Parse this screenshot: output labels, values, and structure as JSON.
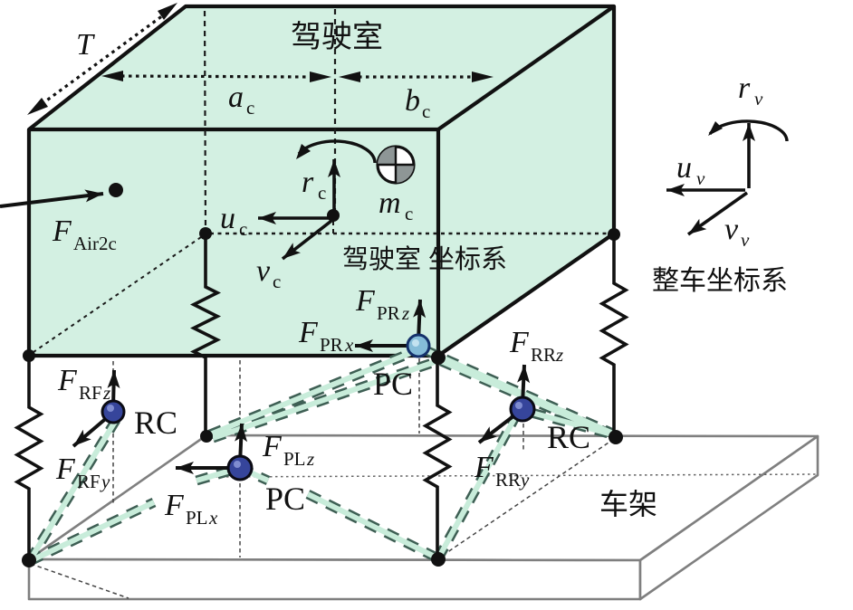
{
  "figure": {
    "type": "vehicle-cab-suspension-3d-schematic",
    "cab_label": "驾驶室",
    "cab_coord_label": "驾驶室 坐标系",
    "vehicle_coord_label": "整车坐标系",
    "frame_label": "车架",
    "dimensions": {
      "track": {
        "m": "T"
      },
      "a": {
        "m": "a",
        "s": "c"
      },
      "b": {
        "m": "b",
        "s": "c"
      }
    },
    "cab_axes": {
      "yaw": {
        "m": "r",
        "s": "c"
      },
      "long": {
        "m": "u",
        "s": "c"
      },
      "lat": {
        "m": "v",
        "s": "c"
      },
      "mass": {
        "m": "m",
        "s": "c"
      }
    },
    "vehicle_axes": {
      "yaw": {
        "m": "r",
        "s": "v"
      },
      "long": {
        "m": "u",
        "s": "v"
      },
      "lat": {
        "m": "v",
        "s": "v"
      }
    },
    "forces": {
      "air": {
        "m": "F",
        "s": "Air2c",
        "s2": ""
      },
      "prz": {
        "m": "F",
        "s": "PR",
        "s2": "z"
      },
      "prx": {
        "m": "F",
        "s": "PR",
        "s2": "x"
      },
      "rfz": {
        "m": "F",
        "s": "RF",
        "s2": "z"
      },
      "rfy": {
        "m": "F",
        "s": "RF",
        "s2": "y"
      },
      "plz": {
        "m": "F",
        "s": "PL",
        "s2": "z"
      },
      "plx": {
        "m": "F",
        "s": "PL",
        "s2": "x"
      },
      "rrz": {
        "m": "F",
        "s": "RR",
        "s2": "z"
      },
      "rry": {
        "m": "F",
        "s": "RR",
        "s2": "y"
      }
    },
    "nodes": {
      "pc_right": "PC",
      "pc_left": "PC",
      "rc_front": "RC",
      "rc_rear": "RC"
    },
    "colors": {
      "cab_fill": "#d3f0e2",
      "link_core": "#c8ecda",
      "link_edge": "#3e5f54",
      "node_dark": "#36459b",
      "node_light": "#85bcd8",
      "frame_edge": "#7f7f7f",
      "cg_gray": "#8e9696",
      "ink": "#111111"
    }
  }
}
